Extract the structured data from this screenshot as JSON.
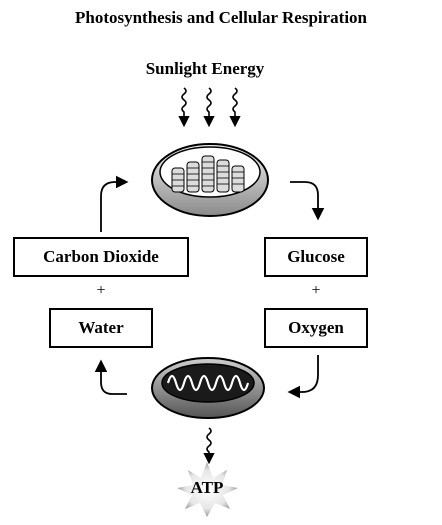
{
  "title": "Photosynthesis and Cellular Respiration",
  "sunlight_label": "Sunlight Energy",
  "boxes": {
    "carbon_dioxide": "Carbon Dioxide",
    "glucose": "Glucose",
    "water": "Water",
    "oxygen": "Oxygen"
  },
  "plus_left": "+",
  "plus_right": "+",
  "atp_label": "ATP",
  "icons": [
    "sunlight-wave-icon",
    "chloroplast-icon",
    "mitochondrion-icon",
    "atp-burst-icon",
    "cycle-arrow-icon"
  ]
}
